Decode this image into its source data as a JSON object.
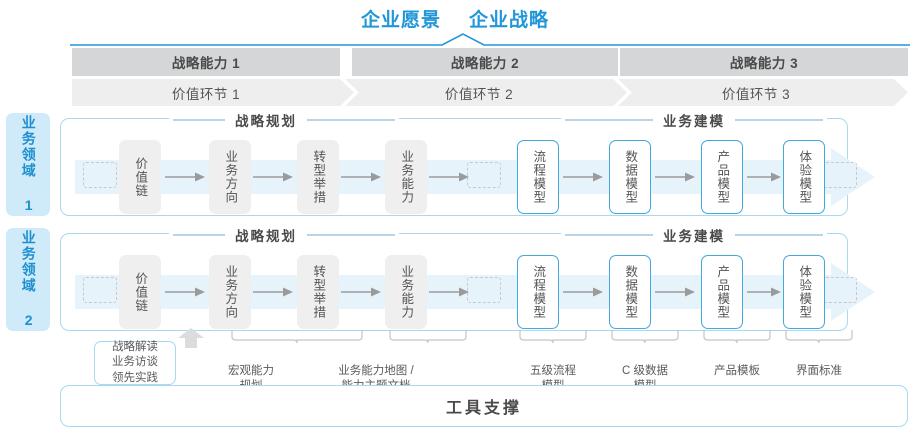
{
  "top": {
    "titles": [
      "企业愿景",
      "企业战略"
    ]
  },
  "capabilities": [
    {
      "label": "战略能力 1"
    },
    {
      "label": "战略能力 2"
    },
    {
      "label": "战略能力 3"
    }
  ],
  "value_chain": [
    {
      "label": "价值环节 1"
    },
    {
      "label": "价值环节 2"
    },
    {
      "label": "价值环节 3"
    }
  ],
  "domains": [
    {
      "tab_label": "业务领域 1",
      "sections": [
        {
          "title": "战略规划"
        },
        {
          "title": "业务建模"
        }
      ],
      "nodes": [
        {
          "label": "价值链",
          "style": "gray"
        },
        {
          "label": "业务方向",
          "style": "gray"
        },
        {
          "label": "转型举措",
          "style": "gray"
        },
        {
          "label": "业务能力",
          "style": "gray"
        },
        {
          "label": "流程模型",
          "style": "blue"
        },
        {
          "label": "数据模型",
          "style": "blue"
        },
        {
          "label": "产品模型",
          "style": "blue"
        },
        {
          "label": "体验模型",
          "style": "blue"
        }
      ]
    },
    {
      "tab_label": "业务领域 2",
      "sections": [
        {
          "title": "战略规划"
        },
        {
          "title": "业务建模"
        }
      ],
      "nodes": [
        {
          "label": "价值链",
          "style": "gray"
        },
        {
          "label": "业务方向",
          "style": "gray"
        },
        {
          "label": "转型举措",
          "style": "gray"
        },
        {
          "label": "业务能力",
          "style": "gray"
        },
        {
          "label": "流程模型",
          "style": "blue"
        },
        {
          "label": "数据模型",
          "style": "blue"
        },
        {
          "label": "产品模型",
          "style": "blue"
        },
        {
          "label": "体验模型",
          "style": "blue"
        }
      ]
    }
  ],
  "bottom_labels": [
    {
      "text": "战略解读\n业务访谈\n领先实践",
      "boxed": true
    },
    {
      "text": "宏观能力\n规划",
      "boxed": false
    },
    {
      "text": "业务能力地图 /\n能力主题文档",
      "boxed": false
    },
    {
      "text": "五级流程\n模型",
      "boxed": false
    },
    {
      "text": "C 级数据\n模型",
      "boxed": false
    },
    {
      "text": "产品模板",
      "boxed": false
    },
    {
      "text": "界面标准",
      "boxed": false
    }
  ],
  "support": {
    "label": "工具支撑"
  },
  "colors": {
    "accent_blue": "#2196d8",
    "panel_border": "#a9d9ee",
    "cap_bar": "#d4d6d7",
    "val_bar": "#eeeeee",
    "band": "#eaf5fb",
    "node_gray": "#efefef",
    "node_blue_border": "#43a8dd",
    "text_dark": "#4a4a4a"
  }
}
